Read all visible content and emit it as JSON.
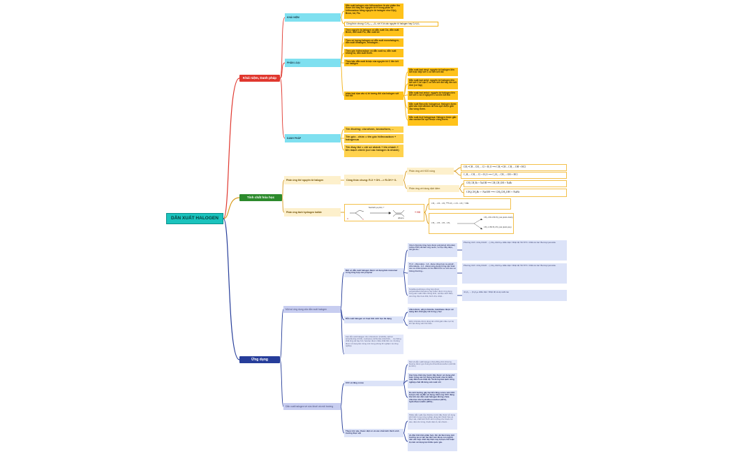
{
  "root": "DẪN XUẤT HALOGEN",
  "colors": {
    "red": "#e0372e",
    "green": "#2c8a2c",
    "blue": "#263d9a",
    "root": "#1bc3bd"
  },
  "s1": {
    "label": "Khái niệm, Danh pháp",
    "khainiem": {
      "label": "KHÁI NIỆM",
      "def": "Dẫn xuất halogen của hiđrocacbon là sản phẩm thu được khi thay thế nguyên tử H trong phân tử hiđrocacbon bằng nguyên tử halogen như Cl(o), Brom, Iot, Flo.",
      "formula": "Công thức chung: CₓH₂ₓ₊₂₋ₙXₙ với X là các nguyên tố halogen hay CₓHᵧXᵤ"
    },
    "phanloai": {
      "label": "PHÂN LOẠI",
      "items": [
        "Theo nguyên tố halogen có dẫn xuất Clo, dẫn xuất Brom, dẫn xuất Flo, dẫn xuất Iot",
        "Theo số lượng halogen có dẫn xuất monohalogen, dẫn xuất đihalogen, trihalogen...",
        "Theo gốc hiđrocacbon có dẫn xuất no, dẫn xuất không no, dẫn xuất thơm.",
        "Theo bậc dẫn xuất là bậc của nguyên tử C liên kết với halogen"
      ],
      "sub_label": "phân loại dựa vào vị trí tương đối của halogen với nối đôi",
      "sub": [
        "Dẫn xuất loại vinyl: nguyên tử halogen liên kết trực tiếp với C có liên kết đôi",
        "Dẫn xuất loại anlyl: nguyên tử halogen liên kết với C kế cận C có liên kết đôi hay liên kết đơn (cơ lập)",
        "Dẫn xuất loại ankyl: nguyên tử halogen liên kết với C no ở nguyên C có liên kết đôi",
        "Dẫn xuất Benzylic halogenua: Halogen được gắn vào một cacbon lai hóa sp3 được gắn vào vòng thơm.",
        "Dẫn xuất Aryl halogenua: Halogen được gắn vào cacbon lai sp2 thuộc vòng thơm."
      ]
    },
    "danhphap": {
      "label": "DANH PHÁP",
      "items": [
        "Tên thường: cloroform, bromoform, ...",
        "Tên gốc - chức = tên gốc hiđrocacbon + halogenua",
        "Tên thay thế = chỉ số nhánh + tên nhánh + tên mạch chính (coi các halogen là nhánh)"
      ]
    }
  },
  "s2": {
    "label": "Tính chất hóa học",
    "pu1": {
      "label": "Phản ứng thế nguyên tử halogen",
      "general": "Công thức chung: R-X + OH- --> R-OH + X-",
      "h2o": "Phản ứng với H2O nóng",
      "h2o_eq": [
        "CH₂=CH – CH₂ – Cl + H₂O ⟶ CH₂=CH – CH₂ – OH + HCl",
        "C₆H₅ – CH₂ – Cl + H₂O ⟶ C₆H₅ – CH₂ – OH + HCl"
      ],
      "kiem": "Phản ứng với dung dịch kiềm",
      "kiem_eq": [
        "CH₃CH₂Br + NaOH ⟶ CH₃CH₂OH + NaBr",
        "CH₃CH₂Br + NaOH ⟶ CH₃CH₂OH + NaBr"
      ]
    },
    "pu2": {
      "label": "Phản ứng tách hydrogen halide",
      "reagent": "NaOH/C₂H₅OH, t°",
      "product": "alkene",
      "hx": "+ HX",
      "eq1": "CH₃ – CH – CH₃ ⟶ CH₂ = CH – CH₃ + HBr",
      "eq2a": "CH₃-CH=CHCH₃ (sản phẩm chính)",
      "eq2b": "CH₂=CHCH₂CH₃ (sản phẩm phụ)",
      "eq2_reactant": "CH₃ – CH – CH – CH₃"
    }
  },
  "s3": {
    "label": "Ứng dụng",
    "ud1": {
      "label": "Một số ứng dụng của dẫn xuất halogen",
      "a": {
        "label": "Một số dẫn xuất halogen được sử dụng làm monomer trong tổng hợp các polymer",
        "items": [
          "Vinyl chloride tổng hợp được poly(vinyl chloride) (nhựa PVC) để làm ống nước, vỏ bọc dây điện, vải giả da...",
          "Tổ 2 - chloroluta - 1,3 - diene tổng hợp ra poly(2 - chlorobuta - 1,3 - diene) ứng dụng trong sản xuất cao su chloroprene có ưu điểm hơn so với cao su thông thường...",
          "Tetrafluoroethylene tổng hợp được polytetrafluoroethylene hay teflon được ứng dụng trong sản xuất chảo chống dính, vật liệu cách điện, van ống chịu hoá chất, bình chịu nhiệt..."
        ],
        "notes": [
          "Phương trình: nCH₂=CHCl → [-CH₂-CHCl-]ₙ. Điều kiện: Nhiệt độ: 50-70°C. Chất xúc tác: Benzoyl peroxide",
          "Phương trình: nCH₂=CHCl → [-CH₂-CHCl-]ₙ. Điều kiện: Nhiệt độ: 50-70°C. Chất xúc tác: Benzoyl peroxide",
          "nC₂F₄ → (C₂F₄)ₙ. Điều kiện: Nhiệt độ và áp suất cao"
        ]
      },
      "b": {
        "label": "Dẫn xuất halogen có hoạt tính sinh học đa dạng",
        "items": [
          "chloroform, ethyl chloride, halothane được sử dụng làm chất gây mê trong y học",
          "Ethyl chloride được dùng làm chất giảm đau cục bộ khi vận động viên thể thao."
        ]
      },
      "c": "Các dẫn xuất halogen như chloroform (CHCl3), carbon tetrachloride (CCl4), methylene dichloride (CH2Cl2), ... là những chất lỏng dễ bay hơi, hoà tan được nhiều chất hữu cơ, thường được sử dụng làm dung môi trong phòng thí nghiệm và công nghiệp."
    },
    "ud2": {
      "label": "Dẫn xuất halogen về sức khoẻ và môi trường",
      "cfc": {
        "label": "CFC và tầng ozone",
        "items": [
          "Một số dẫn xuất halogen chứa đồng thời chlorine, fluorine được gọi chung là chlorofluorocarbon (viết tắt là CFC)",
          "Các hợp chất này trước đây được sử dụng phổ biến trong các hệ thống làm lạnh như tủ lạnh, máy điều hoà nhiệt độ. Và thống làm lạnh công nghiệp chất đã từng sản xuất với",
          "Do ảnh hưởng gây hại đến tầng ozone nên CFC bị hạn chế và dần sử dụng. Hiện nay CFC đang thế bởi các dẫn xuất halogen không chứa chlorine như hydrofluorocarbon (HFC), hydrofluoroolefin (HFO)..."
        ]
      },
      "thuoc": {
        "label": "Thuốc trừ sâu, thuốc diệt cỏ và các chất kích thích sinh trưởng thực vật",
        "items": [
          "Nhiều dẫn xuất của chlorine trước đây được sử dụng phổ biến trong nông nghiệp dùng làm thuốc bảo vệ thực vật, chất kích thích sinh trưởng như thuốc trừ sâu, diệt côn trùng, thuốc diệt cỏ, làm thuốc...",
          "do đặc tính khó phân huỷ, tồn dư lâu trong môi trường và có tác hại đến sức khoẻ con người nên các hợp chất này hiện nay bị hạn chế hoặc bị cấm sử dụng tại nhiều quốc gia."
        ]
      }
    }
  }
}
